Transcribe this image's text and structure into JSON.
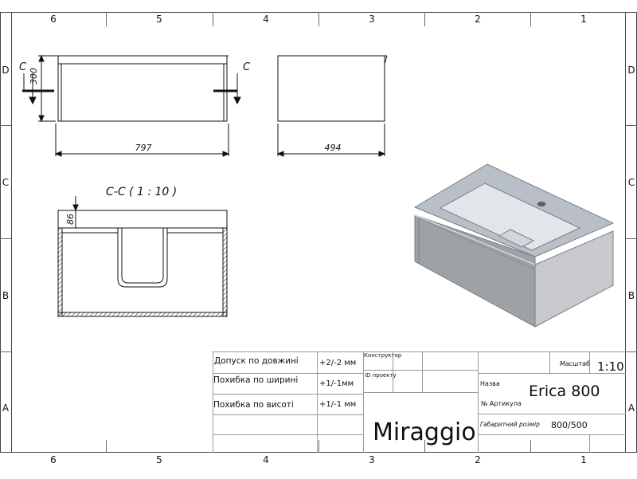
{
  "frame": {
    "top_columns": [
      "6",
      "5",
      "4",
      "3",
      "2",
      "1"
    ],
    "bottom_columns": [
      "6",
      "5",
      "4",
      "3",
      "2",
      "1"
    ],
    "left_rows": [
      "D",
      "C",
      "B",
      "A"
    ],
    "right_rows": [
      "D",
      "C",
      "B",
      "A"
    ]
  },
  "views": {
    "front": {
      "width_dim": "797",
      "height_dim": "300",
      "section_mark_left": "C",
      "section_mark_right": "C"
    },
    "side": {
      "depth_dim": "494"
    },
    "section": {
      "title": "C-C ( 1 : 10 )",
      "basin_dim": "86"
    }
  },
  "title_block": {
    "tolerance_length_label": "Допуск по довжині",
    "tolerance_length_value": "+2/-2 мм",
    "error_width_label": "Похибка по ширині",
    "error_width_value": "+1/-1мм",
    "error_height_label": "Похибка по висоті",
    "error_height_value": "+1/-1 мм",
    "designer_label": "Конструктор",
    "project_id_label": "ID проекту",
    "company": "Miraggio",
    "scale_label": "Масштаб",
    "scale_value": "1:10",
    "name_label": "Назва",
    "product_name": "Erica 800",
    "article_label": "№  Артикула",
    "dimensions_label": "Габаритний розмір",
    "dimensions_value": "800/500"
  },
  "colors": {
    "line": "#111111",
    "frame": "#444444",
    "hatch": "#222222",
    "model_top": "#b9bfc6",
    "model_basin": "#e2e5ea",
    "model_front": "#9ea2a6",
    "model_side": "#c7c9cc",
    "model_edge": "#7b7f84"
  }
}
